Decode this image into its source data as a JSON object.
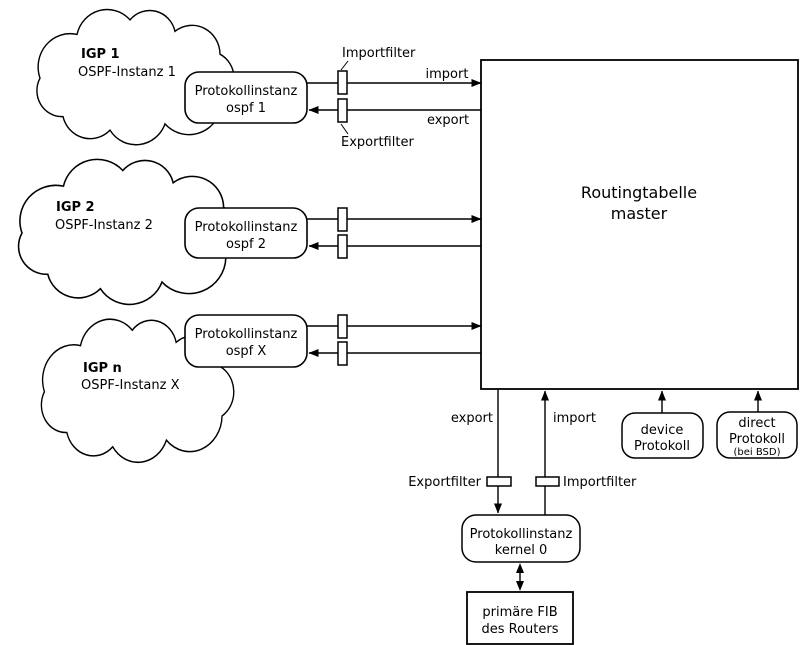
{
  "clouds": [
    {
      "title": "IGP 1",
      "subtitle": "OSPF-Instanz 1"
    },
    {
      "title": "IGP 2",
      "subtitle": "OSPF-Instanz 2"
    },
    {
      "title": "IGP n",
      "subtitle": "OSPF-Instanz X"
    }
  ],
  "protocol_boxes": [
    {
      "line1": "Protokollinstanz",
      "line2": "ospf 1"
    },
    {
      "line1": "Protokollinstanz",
      "line2": "ospf 2"
    },
    {
      "line1": "Protokollinstanz",
      "line2": "ospf X"
    }
  ],
  "routing_table": {
    "line1": "Routingtabelle",
    "line2": "master"
  },
  "top_labels": {
    "importfilter": "Importfilter",
    "exportfilter": "Exportfilter",
    "import": "import",
    "export": "export"
  },
  "bottom_labels": {
    "export": "export",
    "import": "import",
    "exportfilter": "Exportfilter",
    "importfilter": "Importfilter"
  },
  "device_box": {
    "line1": "device",
    "line2": "Protokoll"
  },
  "direct_box": {
    "line1": "direct",
    "line2": "Protokoll",
    "line3": "(bei BSD)"
  },
  "kernel_box": {
    "line1": "Protokollinstanz",
    "line2": "kernel 0"
  },
  "fib_box": {
    "line1": "primäre FIB",
    "line2": "des Routers"
  },
  "colors": {
    "line": "#000000",
    "background": "#ffffff",
    "box_fill": "#ffffff"
  }
}
